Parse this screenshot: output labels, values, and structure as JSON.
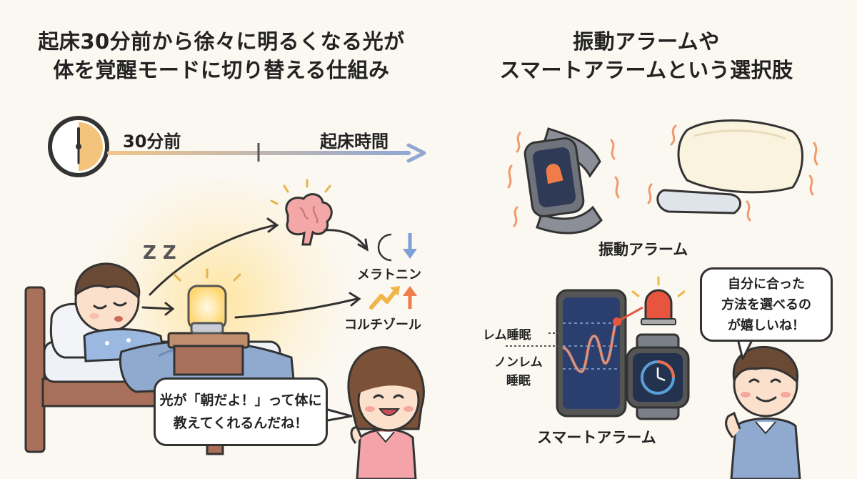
{
  "left_panel": {
    "title_line1": "起床30分前から徐々に明るくなる光が",
    "title_line2": "体を覚醒モードに切り替える仕組み",
    "timeline": {
      "start_label": "30分前",
      "end_label": "起床時間"
    },
    "sleep_symbol": "Z Z",
    "hormones": {
      "melatonin": "メラトニン",
      "cortisol": "コルチゾール"
    },
    "speech_line1": "光が「朝だよ！」って体に",
    "speech_line2": "教えてくれるんだね！"
  },
  "right_panel": {
    "title_line1": "振動アラームや",
    "title_line2": "スマートアラームという選択肢",
    "vibration_label": "振動アラーム",
    "smart_label": "スマートアラーム",
    "rem_label": "レム睡眠",
    "nonrem_label_line1": "ノンレム",
    "nonrem_label_line2": "睡眠",
    "speech_line1": "自分に合った",
    "speech_line2": "方法を選べるの",
    "speech_line3": "が嬉しいね！"
  },
  "colors": {
    "background": "#fbf8f2",
    "timeline_start": "#f2c58a",
    "timeline_end": "#8fa8d4",
    "lamp_glow": "#ffe39a",
    "blanket": "#8fa9cf",
    "bed_wood": "#a8705a",
    "alert_red": "#e8553e",
    "smartphone_screen": "#2a3f6e",
    "sleep_wave": "#e8704e"
  }
}
